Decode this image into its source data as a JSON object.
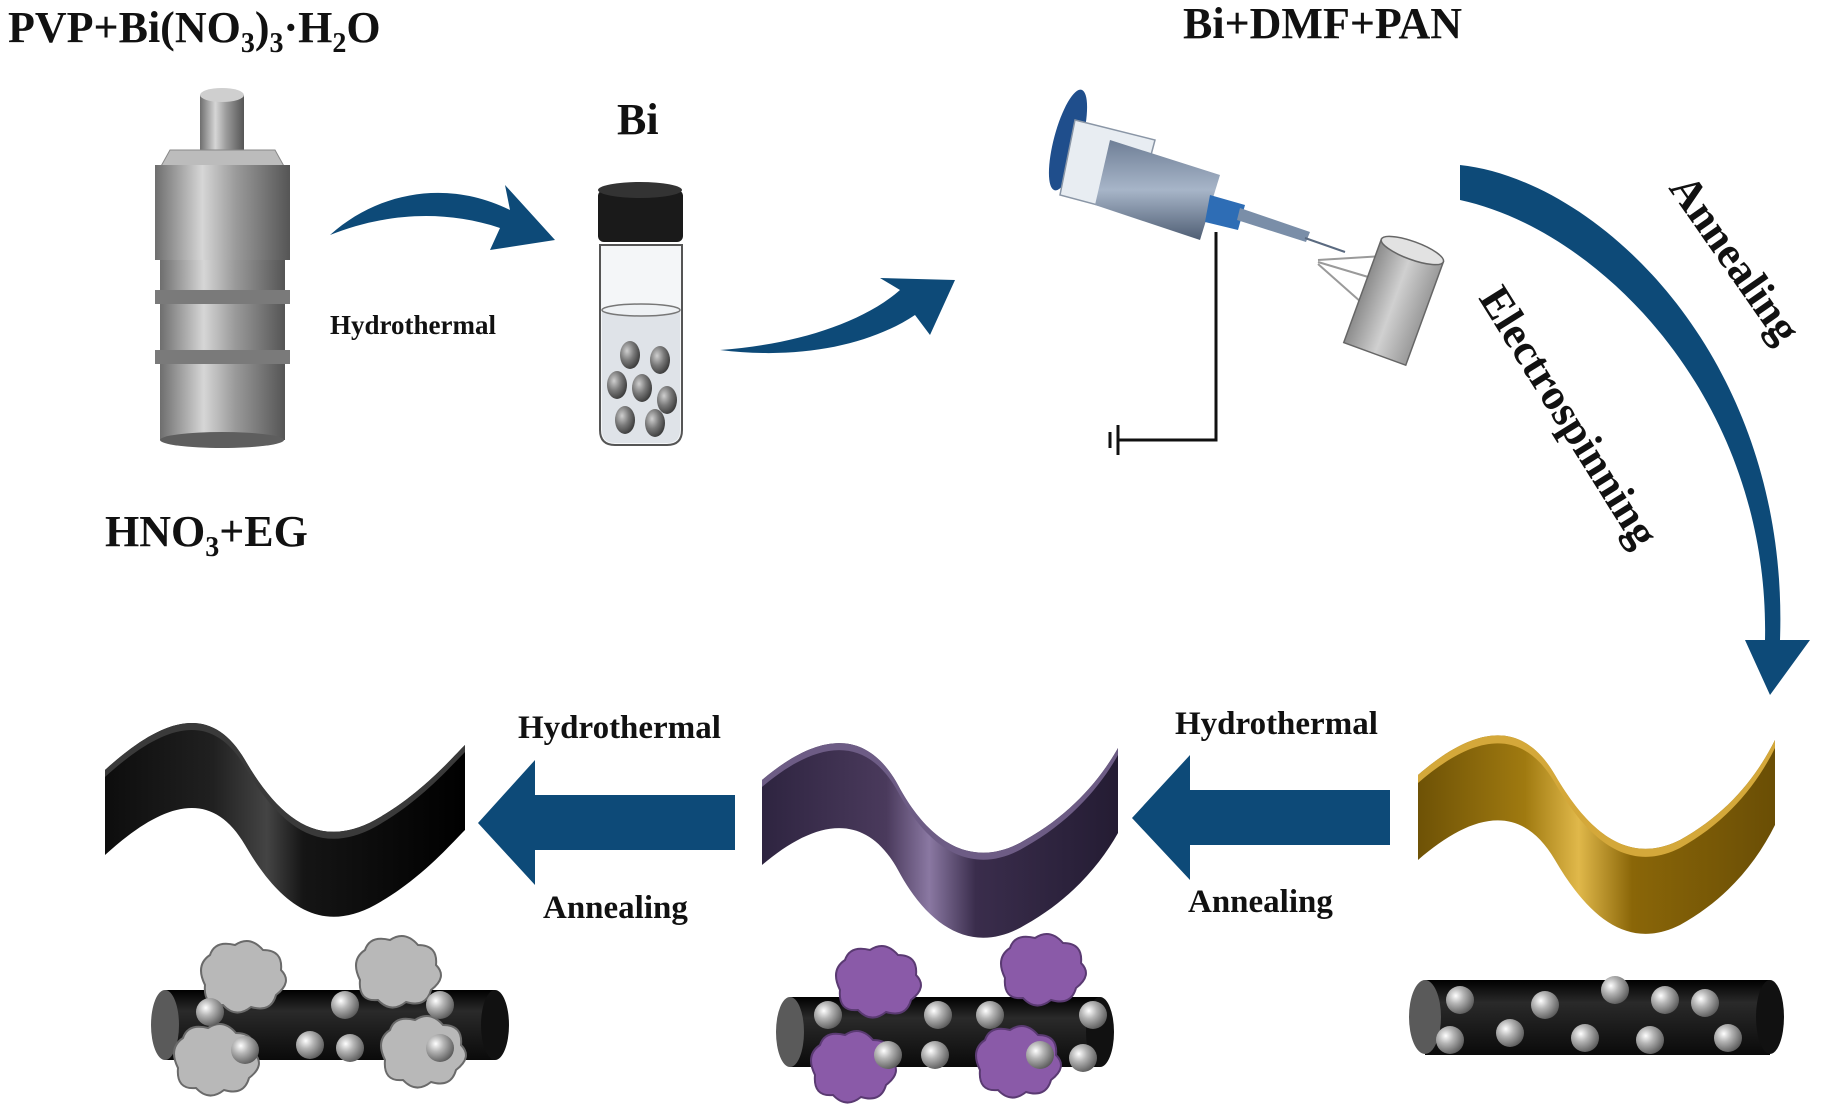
{
  "labels": {
    "top_left_formula": "PVP+Bi(NO",
    "top_left_sub3": "3",
    "top_left_paren": ")",
    "top_left_sub3b": "3",
    "top_left_dot": "·H",
    "top_left_sub2": "2",
    "top_left_o": "O",
    "bi": "Bi",
    "hydrothermal_top": "Hydrothermal",
    "hno3_a": "HNO",
    "hno3_sub": "3",
    "hno3_b": "+EG",
    "bi_dmf_pan": "Bi+DMF+PAN",
    "annealing_arc": "Annealing",
    "electrospinning_arc": "Electrospinning",
    "hydrothermal_left": "Hydrothermal",
    "annealing_left": "Annealing",
    "hydrothermal_right": "Hydrothermal",
    "annealing_right": "Annealing"
  },
  "colors": {
    "arrow": "#0d4a78",
    "black_ribbon": "#1a1a1a",
    "purple_ribbon": "#4a3a5c",
    "gold_ribbon": "#a07a10",
    "gray_flake": "#b8b8b8",
    "purple_flake": "#8a5aa8",
    "sphere": "#a9a9a9",
    "fiber": "#1b1b1b"
  }
}
